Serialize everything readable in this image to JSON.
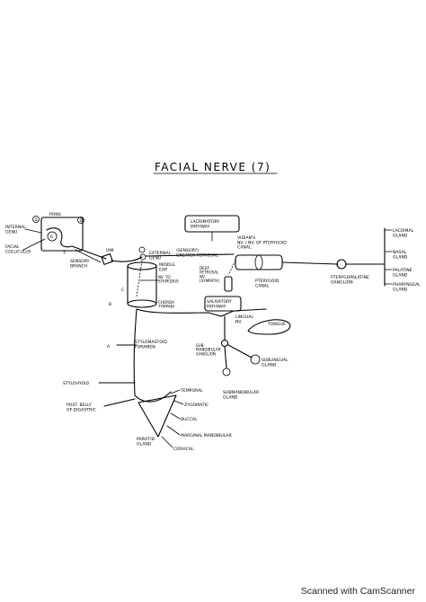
{
  "title": "FACIAL NERVE (7)",
  "labels": {
    "internal_genu": "INTERNAL\nGENU",
    "facial_colliculus": "FACIAL\nCOLLICULUS",
    "pons": "PONS",
    "n6": "6",
    "n7": "7",
    "sensory_branch": "SENSORY\nBRANCH",
    "iam": "IAM",
    "external_genu": "EXTERNAL\nGENU",
    "lacrimatory_pathway": "LACRIMATORY\nPATHWAY",
    "greater_petrosal": "(SENSORY)\nGREATER PETROSAL",
    "deep_petrosal": "DEEP\nPETROSAL\nNV.\n(SYMPATH)",
    "middle_ear": "MIDDLE\nEAR",
    "nv_to_stapedius": "NV. TO\nSTAPEDIUS",
    "chorda_tympani": "CHORDA\nTYMPANI",
    "vidians_nv": "VIDIAN'S\nNV. / NV. OF PTERYGOID\nCANAL",
    "pterygoid_canal": "PTERYGOID\nCANAL",
    "pterygopalatine_ganglion": "PTERYGOPALATINE\nGANGLION",
    "lacrimal_gland": "LACRIMAL\nGLAND",
    "nasal_gland": "NASAL\nGLAND",
    "palatine_gland": "PALATINE\nGLAND",
    "pharyngeal_gland": "PHARYNGEAL\nGLAND",
    "salivatory_pathway": "SALIVATORY\nPATHWAY",
    "lingual_nv": "LINGUAL\nNV.",
    "tongue": "TONGUE",
    "submandibular_ganglion": "SUB-\nMANDIBULAR\nGANGLION",
    "sublingual_gland": "SUBLINGUAL\nGLAND",
    "submandibular_gland": "SUBMANDIBULAR\nGLAND",
    "stylomastoid_foramen": "STYLOMASTOID\nFORAMEN",
    "stylohyoid": "STYLOHYOID",
    "post_belly_digastric": "POST. BELLY\nOF DIGASTRIC",
    "temporal": "TEMPORAL",
    "zygomatic": "ZYGOMATIC",
    "buccal": "BUCCAL",
    "marginal_mandibular": "MARGINAL MANDIBULAR",
    "cervical": "CERVICAL",
    "parotid_gland": "PAROTID\nGLAND",
    "mark_a": "A",
    "mark_b": "B",
    "mark_c": "C",
    "mark_d": "D",
    "mark_d2": "D"
  },
  "watermark": "Scanned with CamScanner"
}
